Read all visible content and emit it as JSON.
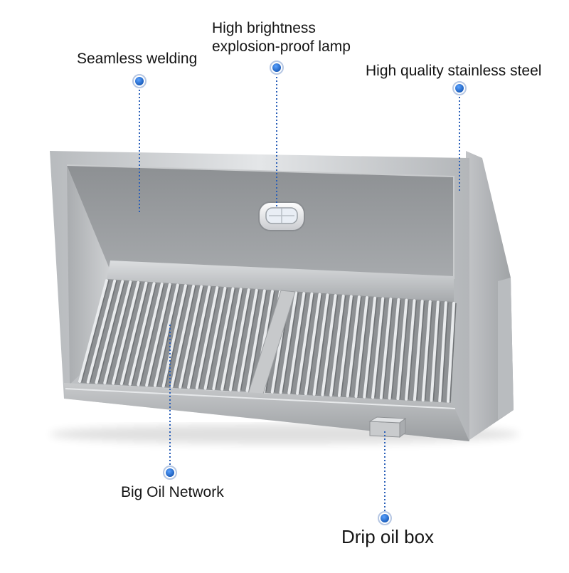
{
  "callouts": {
    "seamless_welding": "Seamless welding",
    "lamp_line1": "High brightness",
    "lamp_line2": "explosion-proof lamp",
    "stainless_steel": "High quality stainless steel",
    "oil_network": "Big Oil Network",
    "drip_oil_box": "Drip oil box"
  },
  "colors": {
    "dot_blue": "#1f6fd1",
    "leader_blue": "#2a5fb8",
    "steel_light": "#d4d6d8",
    "steel_dark": "#8e9194"
  }
}
